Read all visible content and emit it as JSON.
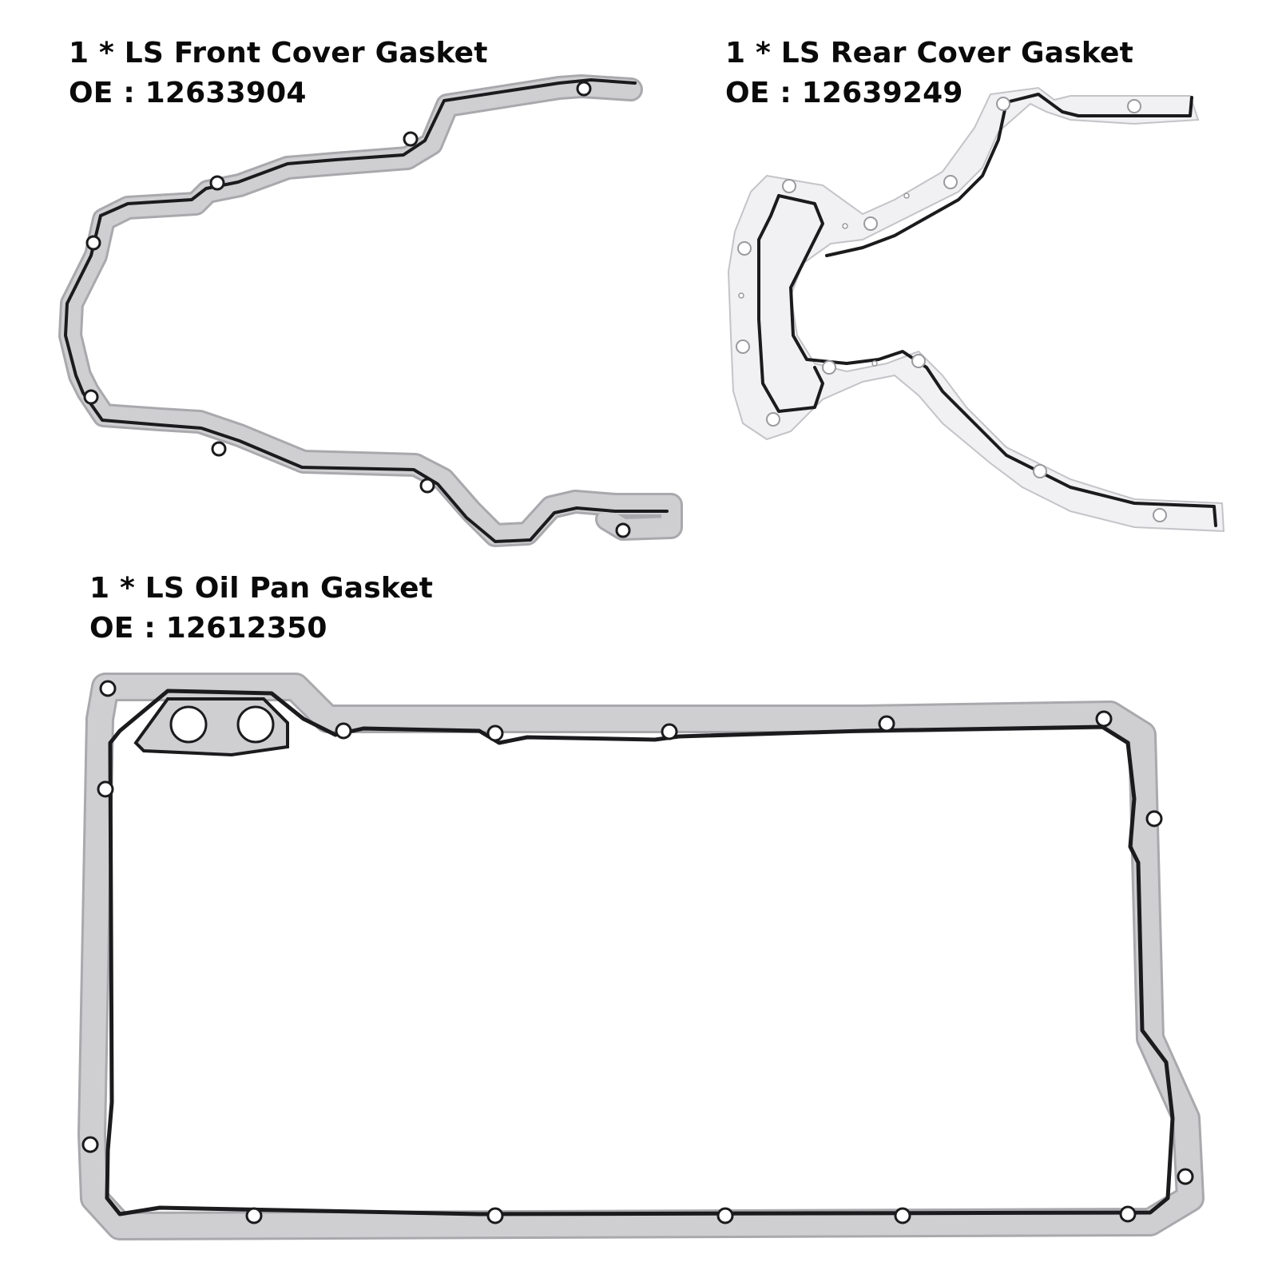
{
  "products": [
    {
      "id": "front-cover",
      "title": "1 * LS Front Cover Gasket",
      "oe_label": "OE : 12633904"
    },
    {
      "id": "rear-cover",
      "title": "1 * LS Rear Cover Gasket",
      "oe_label": "OE : 12639249"
    },
    {
      "id": "oil-pan",
      "title": "1 * LS Oil Pan Gasket",
      "oe_label": "OE : 12612350"
    }
  ],
  "colors": {
    "background": "#ffffff",
    "text": "#0a0a0a",
    "metal": "#cfcfd1",
    "rubber_bead": "#1b1b1d"
  }
}
